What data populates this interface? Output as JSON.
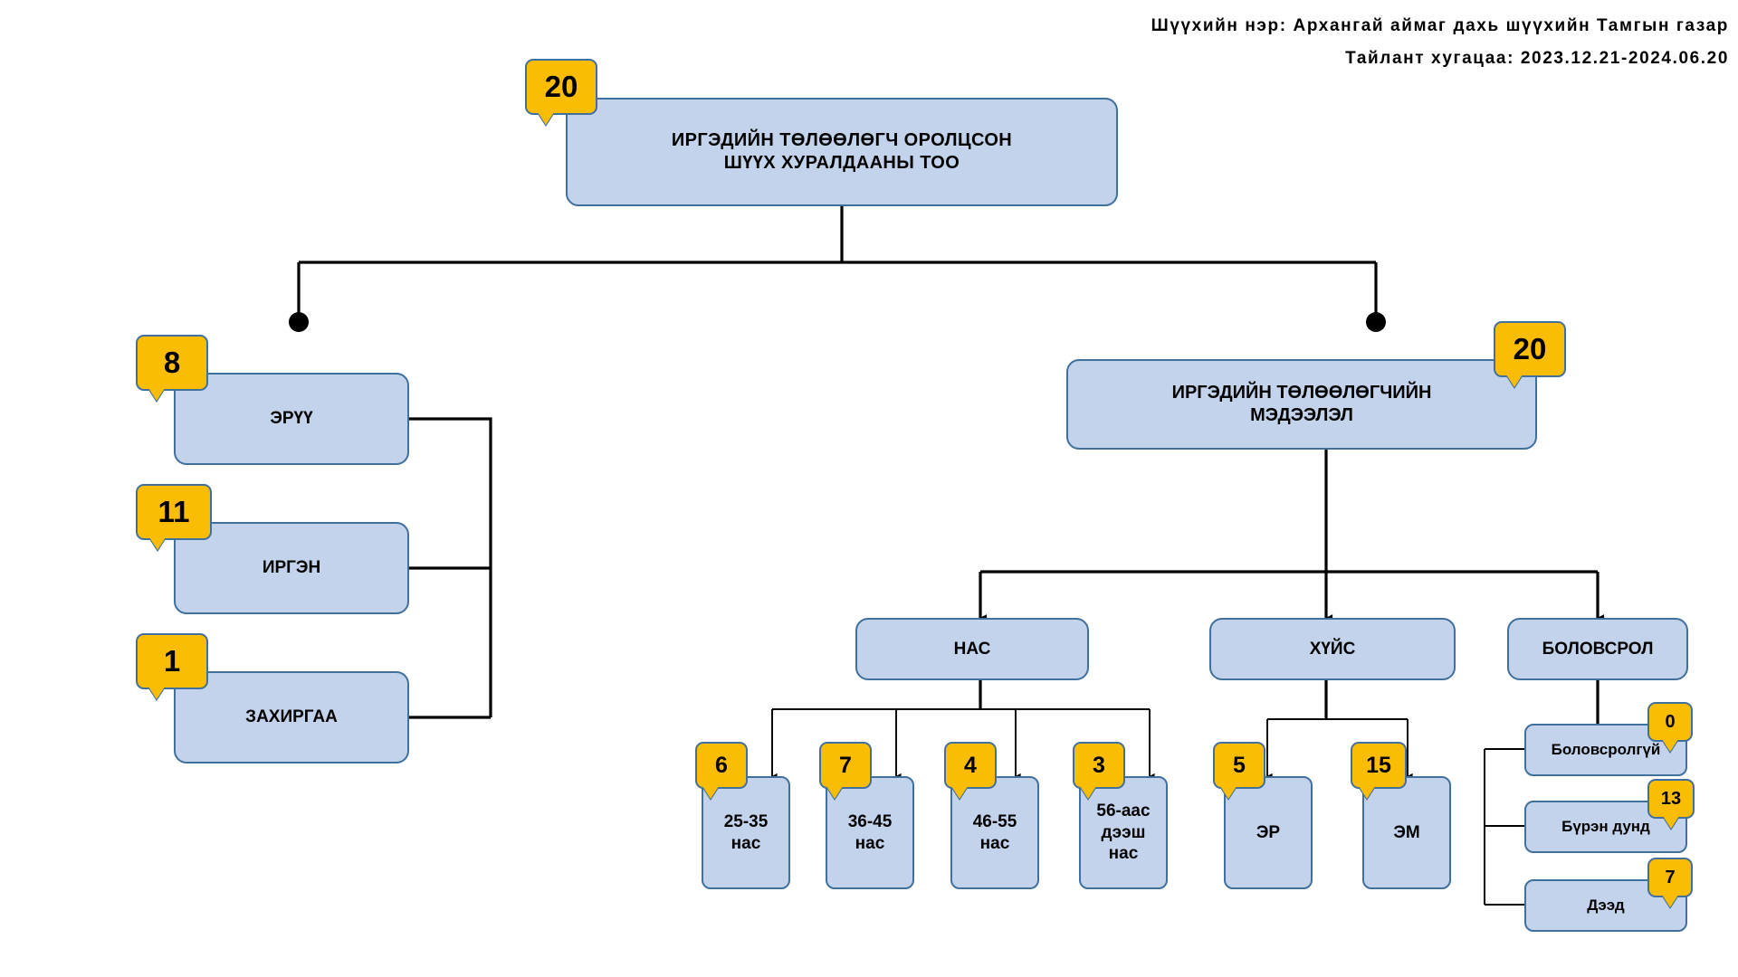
{
  "header": {
    "court_name_line": "Шүүхийн нэр: Архангай аймаг дахь шүүхийн Тамгын газар",
    "report_period_line": "Тайлант хугацаа: 2023.12.21-2024.06.20"
  },
  "chart_data": {
    "type": "diagram",
    "title": "ИРГЭДИЙН ТӨЛӨӨЛӨГЧ ОРОЛЦСОН ШҮҮХ ХУРАЛДААНЫ ТОО",
    "layout": "org-tree",
    "nodes": [
      {
        "id": "root",
        "label": "ИРГЭДИЙН ТӨЛӨӨЛӨГЧ ОРОЛЦСОН\nШҮҮХ ХУРАЛДААНЫ ТОО",
        "value": "20"
      },
      {
        "id": "eruu",
        "label": "ЭРҮҮ",
        "value": "8"
      },
      {
        "id": "irgen",
        "label": "ИРГЭН",
        "value": "11"
      },
      {
        "id": "zakh",
        "label": "ЗАХИРГАА",
        "value": "1"
      },
      {
        "id": "info",
        "label": "ИРГЭДИЙН ТӨЛӨӨЛӨГЧИЙН\nМЭДЭЭЛЭЛ",
        "value": "20"
      },
      {
        "id": "nas",
        "label": "НАС",
        "value": ""
      },
      {
        "id": "khuis",
        "label": "ХҮЙС",
        "value": ""
      },
      {
        "id": "bolov",
        "label": "БОЛОВСРОЛ",
        "value": ""
      },
      {
        "id": "a1",
        "label": "25-35\nнас",
        "value": "6"
      },
      {
        "id": "a2",
        "label": "36-45\nнас",
        "value": "7"
      },
      {
        "id": "a3",
        "label": "46-55\nнас",
        "value": "4"
      },
      {
        "id": "a4",
        "label": "56-аас\nдээш\nнас",
        "value": "3"
      },
      {
        "id": "g1",
        "label": "ЭР",
        "value": "5"
      },
      {
        "id": "g2",
        "label": "ЭМ",
        "value": "15"
      },
      {
        "id": "e1",
        "label": "Боловсролгүй",
        "value": "0"
      },
      {
        "id": "e2",
        "label": "Бүрэн дунд",
        "value": "13"
      },
      {
        "id": "e3",
        "label": "Дээд",
        "value": "7"
      }
    ],
    "edges": [
      {
        "from": "root",
        "to": "eruu"
      },
      {
        "from": "root",
        "to": "irgen"
      },
      {
        "from": "root",
        "to": "zakh"
      },
      {
        "from": "root",
        "to": "info"
      },
      {
        "from": "info",
        "to": "nas"
      },
      {
        "from": "info",
        "to": "khuis"
      },
      {
        "from": "info",
        "to": "bolov"
      },
      {
        "from": "nas",
        "to": "a1"
      },
      {
        "from": "nas",
        "to": "a2"
      },
      {
        "from": "nas",
        "to": "a3"
      },
      {
        "from": "nas",
        "to": "a4"
      },
      {
        "from": "khuis",
        "to": "g1"
      },
      {
        "from": "khuis",
        "to": "g2"
      },
      {
        "from": "bolov",
        "to": "e1"
      },
      {
        "from": "bolov",
        "to": "e2"
      },
      {
        "from": "bolov",
        "to": "e3"
      }
    ],
    "colors": {
      "box_fill": "#c3d3ec",
      "box_border": "#41709c",
      "badge_fill": "#fbbc04",
      "badge_border": "#41709c",
      "connector": "#000000",
      "text": "#000000"
    }
  },
  "nodes": {
    "root": {
      "label_l1": "ИРГЭДИЙН ТӨЛӨӨЛӨГЧ ОРОЛЦСОН",
      "label_l2": "ШҮҮХ ХУРАЛДААНЫ ТОО",
      "badge": "20"
    },
    "eruu": {
      "label": "ЭРҮҮ",
      "badge": "8"
    },
    "irgen": {
      "label": "ИРГЭН",
      "badge": "11"
    },
    "zakh": {
      "label": "ЗАХИРГАА",
      "badge": "1"
    },
    "info": {
      "label_l1": "ИРГЭДИЙН ТӨЛӨӨЛӨГЧИЙН",
      "label_l2": "МЭДЭЭЛЭЛ",
      "badge": "20"
    },
    "nas": {
      "label": "НАС"
    },
    "khuis": {
      "label": "ХҮЙС"
    },
    "bolov": {
      "label": "БОЛОВСРОЛ"
    },
    "a1": {
      "label_l1": "25-35",
      "label_l2": "нас",
      "badge": "6"
    },
    "a2": {
      "label_l1": "36-45",
      "label_l2": "нас",
      "badge": "7"
    },
    "a3": {
      "label_l1": "46-55",
      "label_l2": "нас",
      "badge": "4"
    },
    "a4": {
      "label_l1": "56-аас",
      "label_l2": "дээш",
      "label_l3": "нас",
      "badge": "3"
    },
    "g1": {
      "label": "ЭР",
      "badge": "5"
    },
    "g2": {
      "label": "ЭМ",
      "badge": "15"
    },
    "e1": {
      "label": "Боловсролгүй",
      "badge": "0"
    },
    "e2": {
      "label": "Бүрэн дунд",
      "badge": "13"
    },
    "e3": {
      "label": "Дээд",
      "badge": "7"
    }
  }
}
